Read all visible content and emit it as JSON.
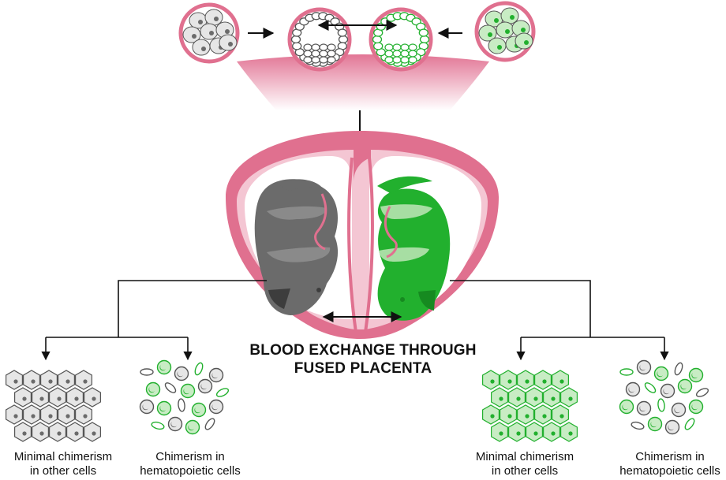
{
  "label": {
    "line1": "BLOOD EXCHANGE THROUGH",
    "line2": "FUSED PLACENTA"
  },
  "captions": {
    "left_other": {
      "line1": "Minimal chimerism",
      "line2": "in other cells"
    },
    "left_hema": {
      "line1": "Chimerism in",
      "line2": "hematopoietic cells"
    },
    "right_other": {
      "line1": "Minimal chimerism",
      "line2": "in other cells"
    },
    "right_hema": {
      "line1": "Chimerism in",
      "line2": "hematopoietic cells"
    }
  },
  "colors": {
    "pink": "#e0708f",
    "pink_light": "#f2c4d1",
    "grey_dark": "#6b6b6b",
    "grey_light": "#e6e6e6",
    "green": "#22b02e",
    "green_light": "#c8ecc4"
  }
}
